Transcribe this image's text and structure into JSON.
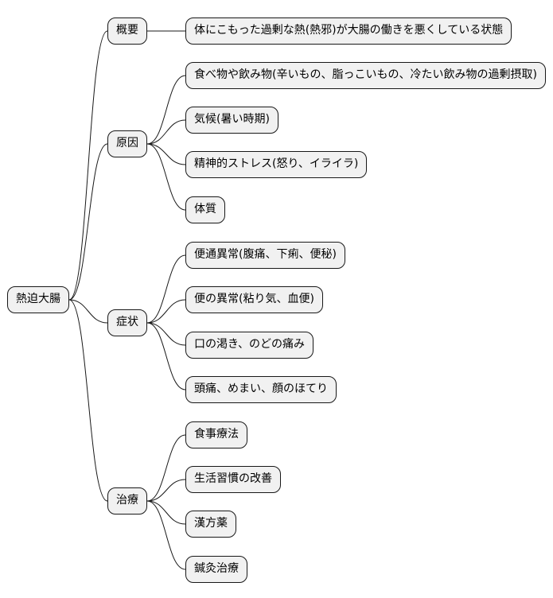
{
  "root": {
    "label": "熱迫大腸"
  },
  "branches": [
    {
      "label": "概要",
      "children": [
        "体にこもった過剰な熱(熱邪)が大腸の働きを悪くしている状態"
      ]
    },
    {
      "label": "原因",
      "children": [
        "食べ物や飲み物(辛いもの、脂っこいもの、冷たい飲み物の過剰摂取)",
        "気候(暑い時期)",
        "精神的ストレス(怒り、イライラ)",
        "体質"
      ]
    },
    {
      "label": "症状",
      "children": [
        "便通異常(腹痛、下痢、便秘)",
        "便の異常(粘り気、血便)",
        "口の渇き、のどの痛み",
        "頭痛、めまい、顔のほてり"
      ]
    },
    {
      "label": "治療",
      "children": [
        "食事療法",
        "生活習慣の改善",
        "漢方薬",
        "鍼灸治療"
      ]
    }
  ],
  "colors": {
    "node_fill": "#f1f1f1",
    "node_border": "#181818",
    "edge": "#181818"
  }
}
